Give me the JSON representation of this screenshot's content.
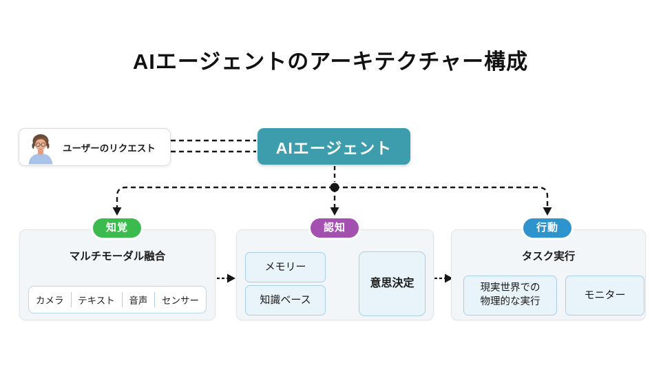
{
  "title": "AIエージェントのアーキテクチャー構成",
  "user_request": {
    "label": "ユーザーのリクエスト",
    "icon": "user-avatar"
  },
  "agent": {
    "label": "AIエージェント",
    "color": "#3D9DAD"
  },
  "stages": [
    {
      "id": "perception",
      "badge": "知覚",
      "color": "#3BBB4D",
      "title": "マルチモーダル融合",
      "items": [
        "カメラ",
        "テキスト",
        "音声",
        "センサー"
      ]
    },
    {
      "id": "cognition",
      "badge": "認知",
      "color": "#A350B0",
      "inputs": [
        "メモリー",
        "知識ベース"
      ],
      "output": "意思決定"
    },
    {
      "id": "action",
      "badge": "行動",
      "color": "#2F94CB",
      "title": "タスク実行",
      "items": [
        "現実世界での\n物理的な実行",
        "モニター"
      ]
    }
  ],
  "colors": {
    "connector": "#161616",
    "agent_teal": "#3D9DAD",
    "perception_green": "#3BBB4D",
    "cognition_purple": "#A350B0",
    "action_blue": "#2F94CB",
    "stage_box_bg": "#F3F6F8",
    "stage_box_border": "#E2E6E9",
    "chip_bg": "#E9F4FA",
    "chip_border": "#A8CEE6"
  }
}
